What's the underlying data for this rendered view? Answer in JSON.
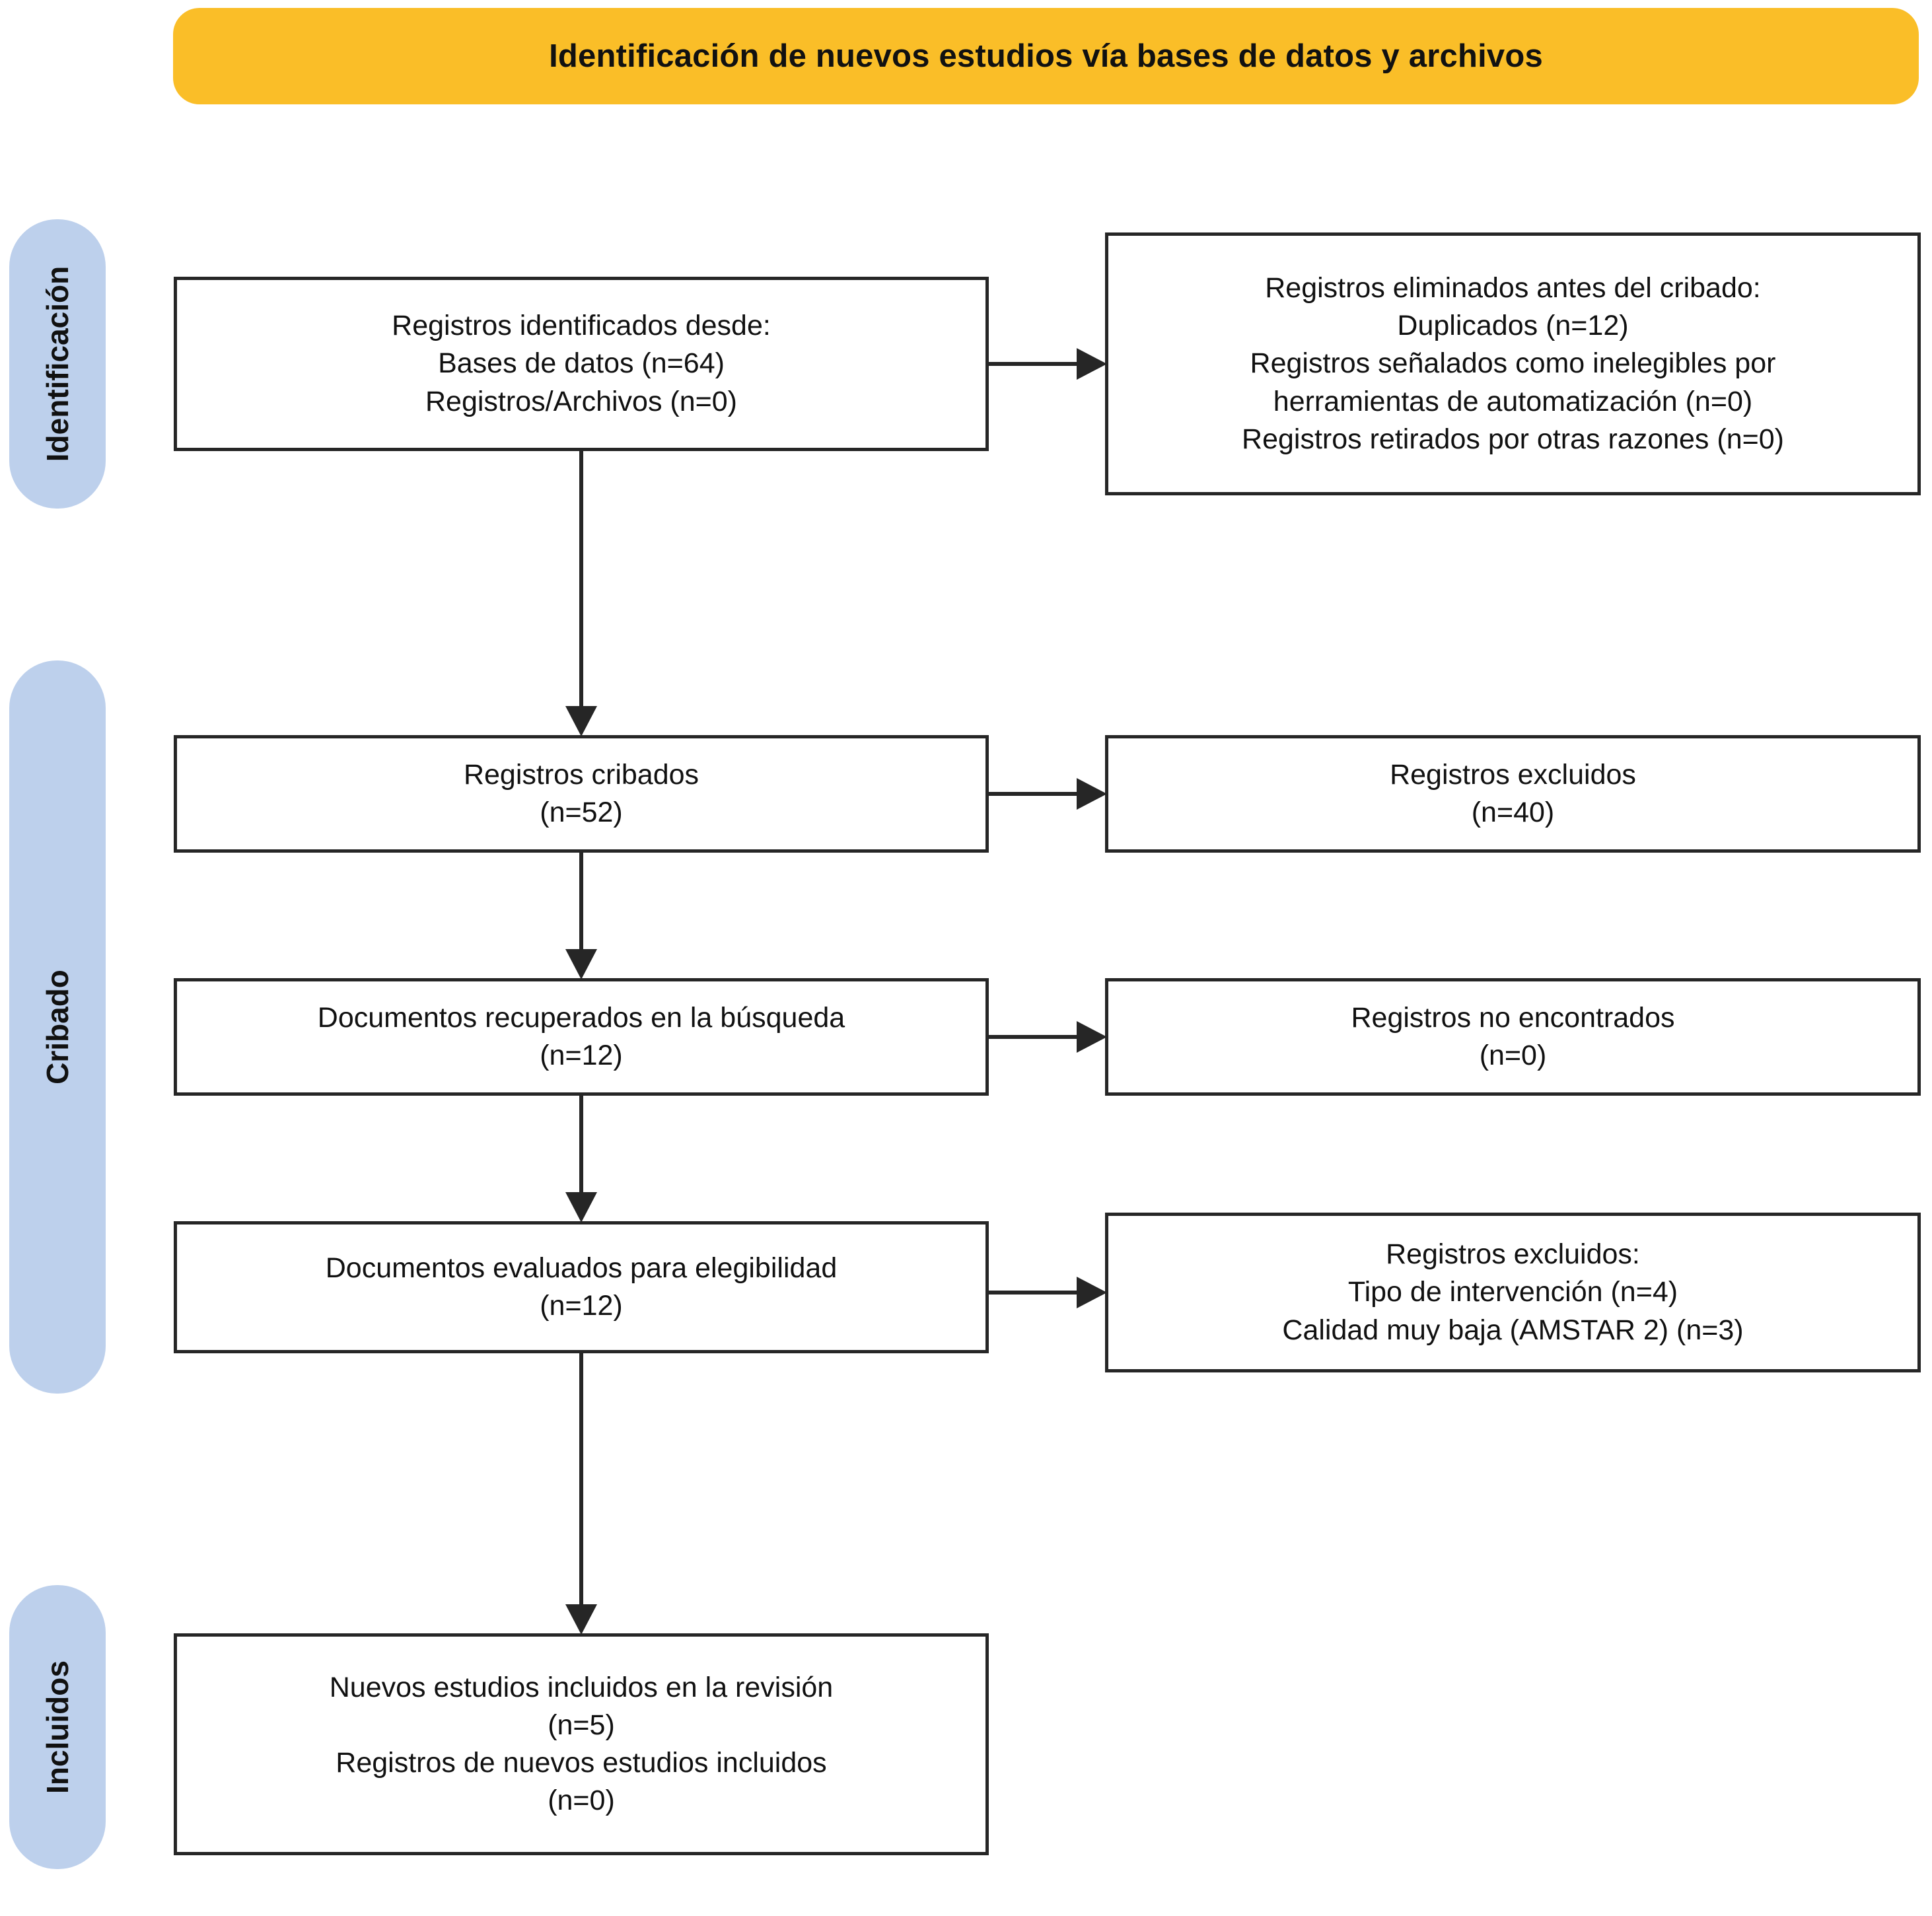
{
  "banner": {
    "title": "Identificación de nuevos estudios vía bases de datos y archivos",
    "color": "#FABE28"
  },
  "stages": {
    "color": "#BDD0EC",
    "identification": "Identificación",
    "screening": "Cribado",
    "included": "Incluidos"
  },
  "boxes": {
    "identified": "Registros identificados desde:\nBases de datos (n=64)\nRegistros/Archivos (n=0)",
    "removed": "Registros eliminados antes del cribado:\nDuplicados (n=12)\nRegistros señalados como inelegibles por\nherramientas de automatización (n=0)\nRegistros retirados por otras razones (n=0)",
    "screened": "Registros cribados\n(n=52)",
    "excluded_screened": "Registros excluidos\n(n=40)",
    "retrieved": "Documentos recuperados en la búsqueda\n(n=12)",
    "not_found": "Registros no encontrados\n(n=0)",
    "assessed": "Documentos evaluados para elegibilidad\n(n=12)",
    "excluded_assessed": "Registros excluidos:\nTipo de intervención (n=4)\nCalidad muy baja (AMSTAR 2) (n=3)",
    "included": "Nuevos estudios incluidos en la revisión\n(n=5)\nRegistros de nuevos estudios incluidos\n(n=0)"
  },
  "chart_data": {
    "type": "diagram",
    "title": "Identificación de nuevos estudios vía bases de datos y archivos",
    "flow": [
      {
        "stage": "Identificación",
        "node": "Registros identificados desde: Bases de datos",
        "n": 64
      },
      {
        "stage": "Identificación",
        "node": "Registros identificados desde: Registros/Archivos",
        "n": 0
      },
      {
        "stage": "Identificación",
        "node": "Duplicados eliminados antes del cribado",
        "n": 12
      },
      {
        "stage": "Identificación",
        "node": "Registros señalados como inelegibles por herramientas de automatización",
        "n": 0
      },
      {
        "stage": "Identificación",
        "node": "Registros retirados por otras razones",
        "n": 0
      },
      {
        "stage": "Cribado",
        "node": "Registros cribados",
        "n": 52
      },
      {
        "stage": "Cribado",
        "node": "Registros excluidos",
        "n": 40
      },
      {
        "stage": "Cribado",
        "node": "Documentos recuperados en la búsqueda",
        "n": 12
      },
      {
        "stage": "Cribado",
        "node": "Registros no encontrados",
        "n": 0
      },
      {
        "stage": "Cribado",
        "node": "Documentos evaluados para elegibilidad",
        "n": 12
      },
      {
        "stage": "Cribado",
        "node": "Registros excluidos: Tipo de intervención",
        "n": 4
      },
      {
        "stage": "Cribado",
        "node": "Registros excluidos: Calidad muy baja (AMSTAR 2)",
        "n": 3
      },
      {
        "stage": "Incluidos",
        "node": "Nuevos estudios incluidos en la revisión",
        "n": 5
      },
      {
        "stage": "Incluidos",
        "node": "Registros de nuevos estudios incluidos",
        "n": 0
      }
    ]
  }
}
